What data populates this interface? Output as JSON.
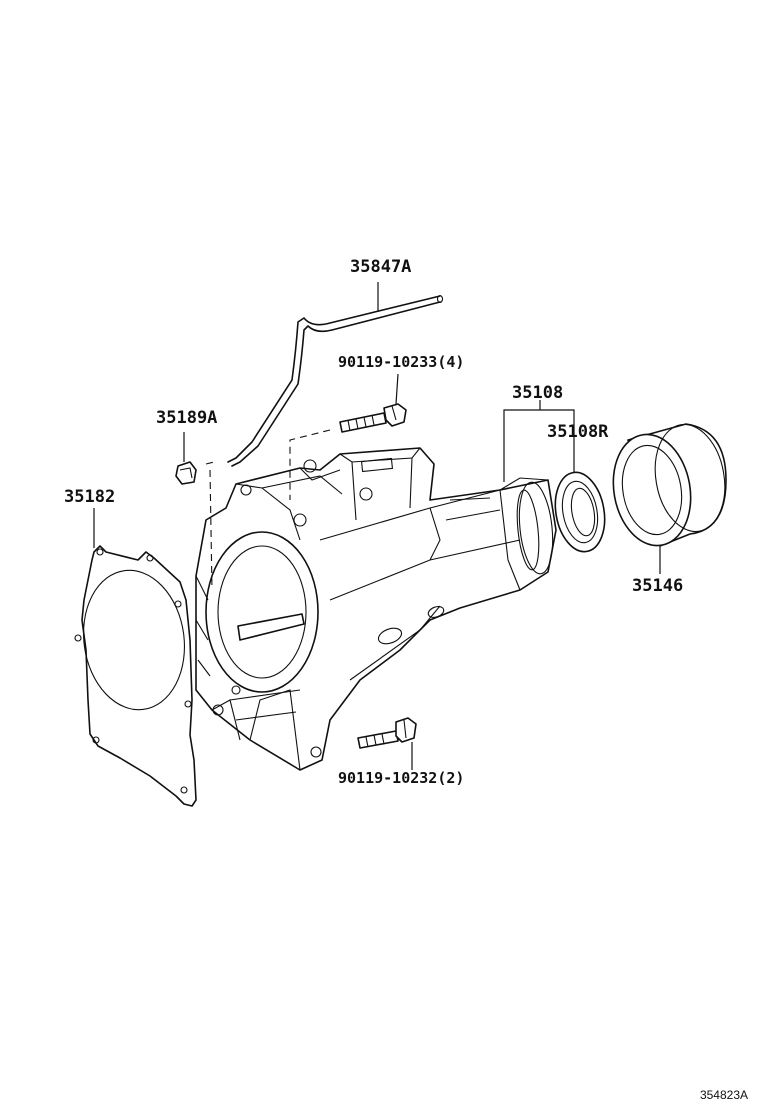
{
  "callouts": {
    "breather_tube": "35847A",
    "bolt_upper": "90119-10233(4)",
    "plug": "35189A",
    "extension_housing": "35108",
    "oil_seal": "35108R",
    "gasket": "35182",
    "dust_cover": "35146",
    "bolt_lower": "90119-10232(2)"
  },
  "figure_code": "354823A"
}
